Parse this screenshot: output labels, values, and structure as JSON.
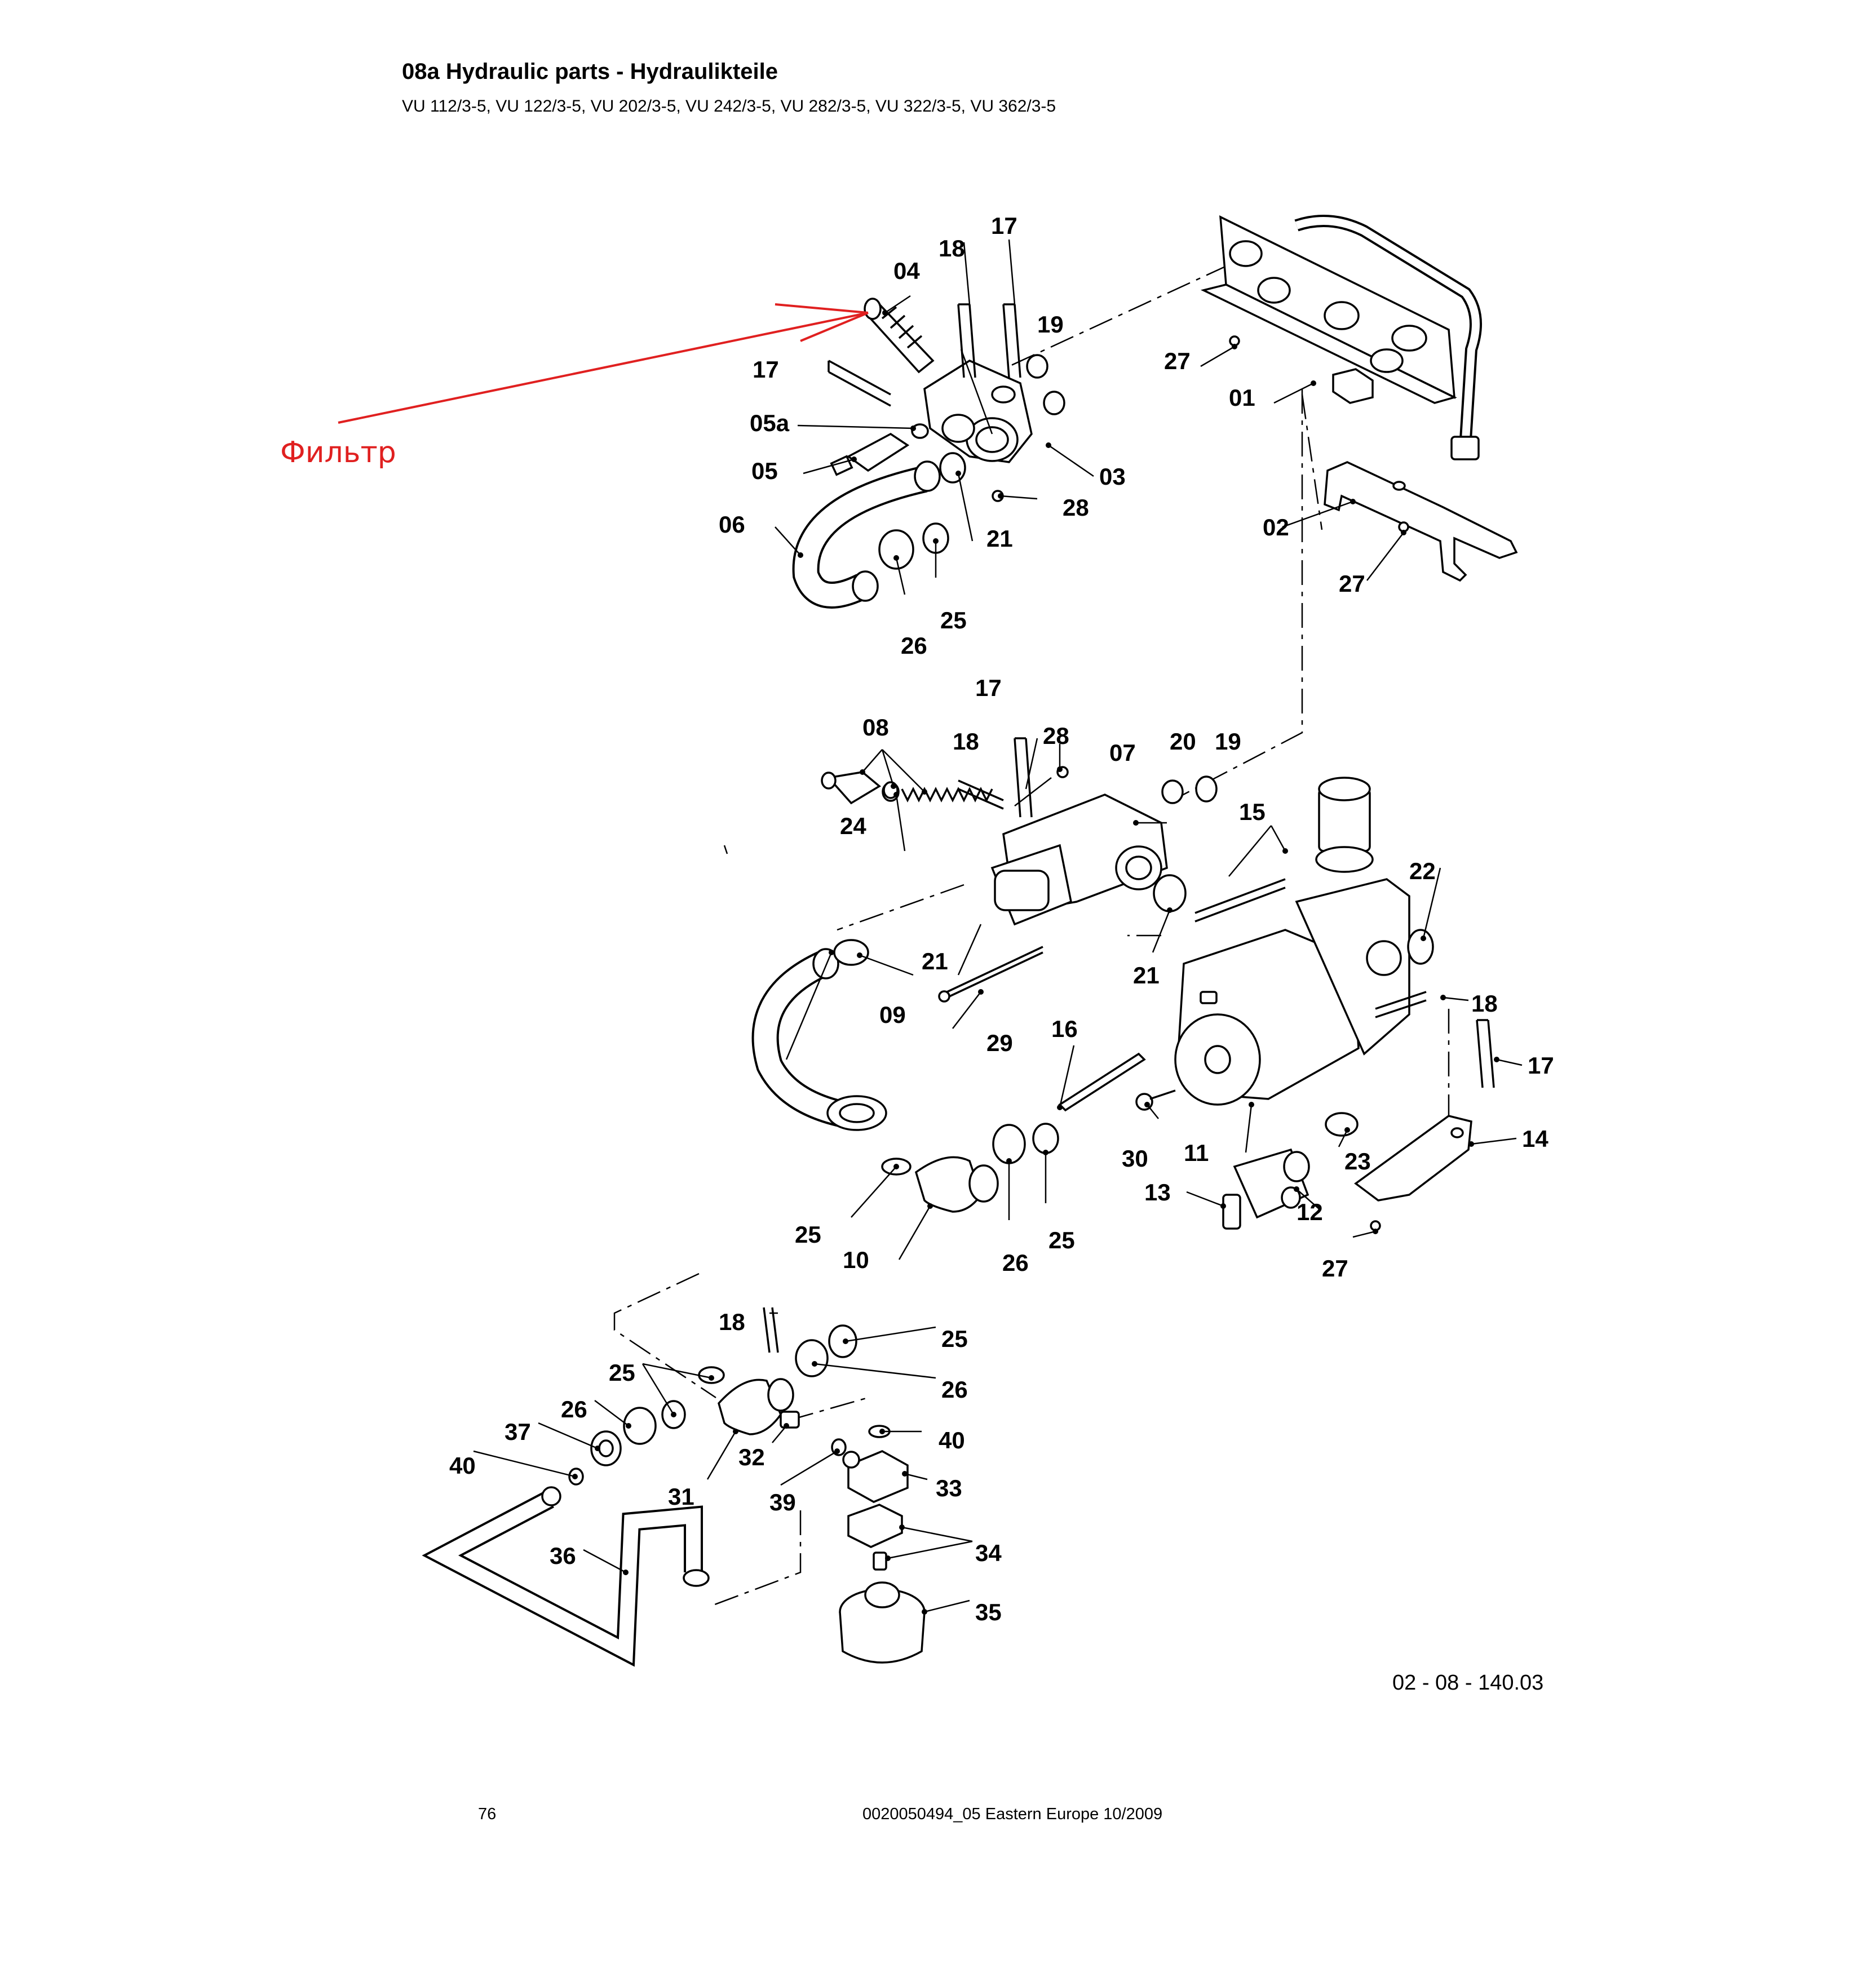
{
  "header": {
    "title": "08a Hydraulic parts - Hydraulikteile",
    "models": "VU 112/3-5, VU 122/3-5, VU 202/3-5, VU 242/3-5, VU 282/3-5, VU 322/3-5, VU 362/3-5"
  },
  "annotation": {
    "label": "Фильтр",
    "color": "#e02020",
    "points_to": "04"
  },
  "callouts": {
    "c01": "01",
    "c02": "02",
    "c03": "03",
    "c04": "04",
    "c05": "05",
    "c05a": "05a",
    "c06": "06",
    "c07": "07",
    "c08": "08",
    "c09": "09",
    "c10": "10",
    "c11": "11",
    "c12": "12",
    "c13": "13",
    "c14": "14",
    "c15": "15",
    "c16": "16",
    "c17": "17",
    "c18": "18",
    "c19": "19",
    "c20": "20",
    "c21": "21",
    "c22": "22",
    "c23": "23",
    "c24": "24",
    "c25": "25",
    "c26": "26",
    "c27": "27",
    "c28": "28",
    "c29": "29",
    "c30": "30",
    "c31": "31",
    "c32": "32",
    "c33": "33",
    "c34": "34",
    "c35": "35",
    "c36": "36",
    "c37": "37",
    "c39": "39",
    "c40": "40"
  },
  "drawing_number": "02 - 08 - 140.03",
  "footer": {
    "page_number": "76",
    "document_ref": "0020050494_05 Eastern Europe 10/2009"
  }
}
